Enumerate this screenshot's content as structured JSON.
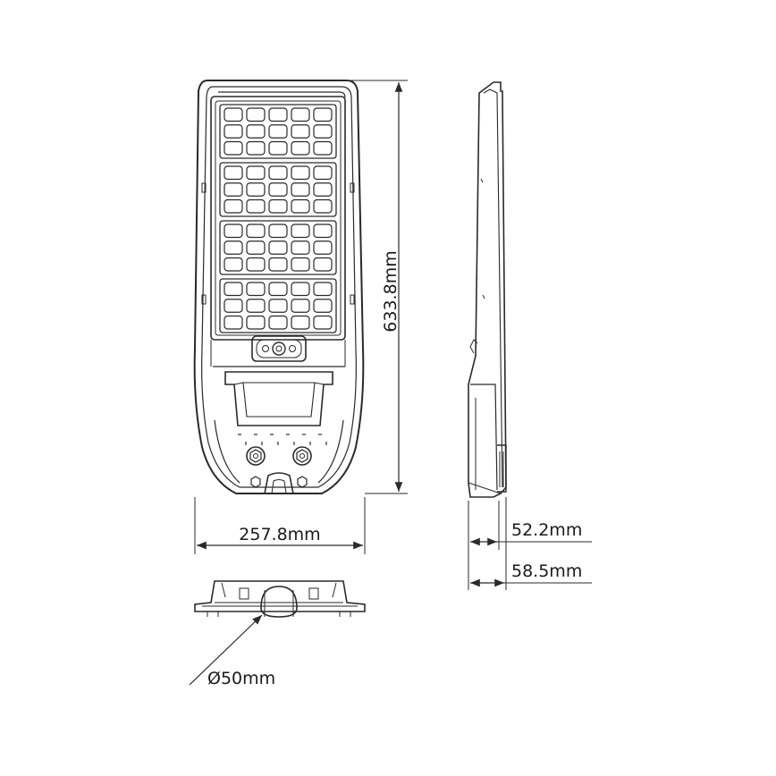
{
  "dimensions": {
    "height": "633.8mm",
    "width": "257.8mm",
    "depth_panel": "52.2mm",
    "depth_total": "58.5mm",
    "pole_diameter": "Ø50mm"
  },
  "panel": {
    "modules": 4,
    "cell_columns": 5,
    "cell_rows_per_module": 3
  },
  "colors": {
    "line": "#2a2a2a",
    "background": "#ffffff"
  }
}
